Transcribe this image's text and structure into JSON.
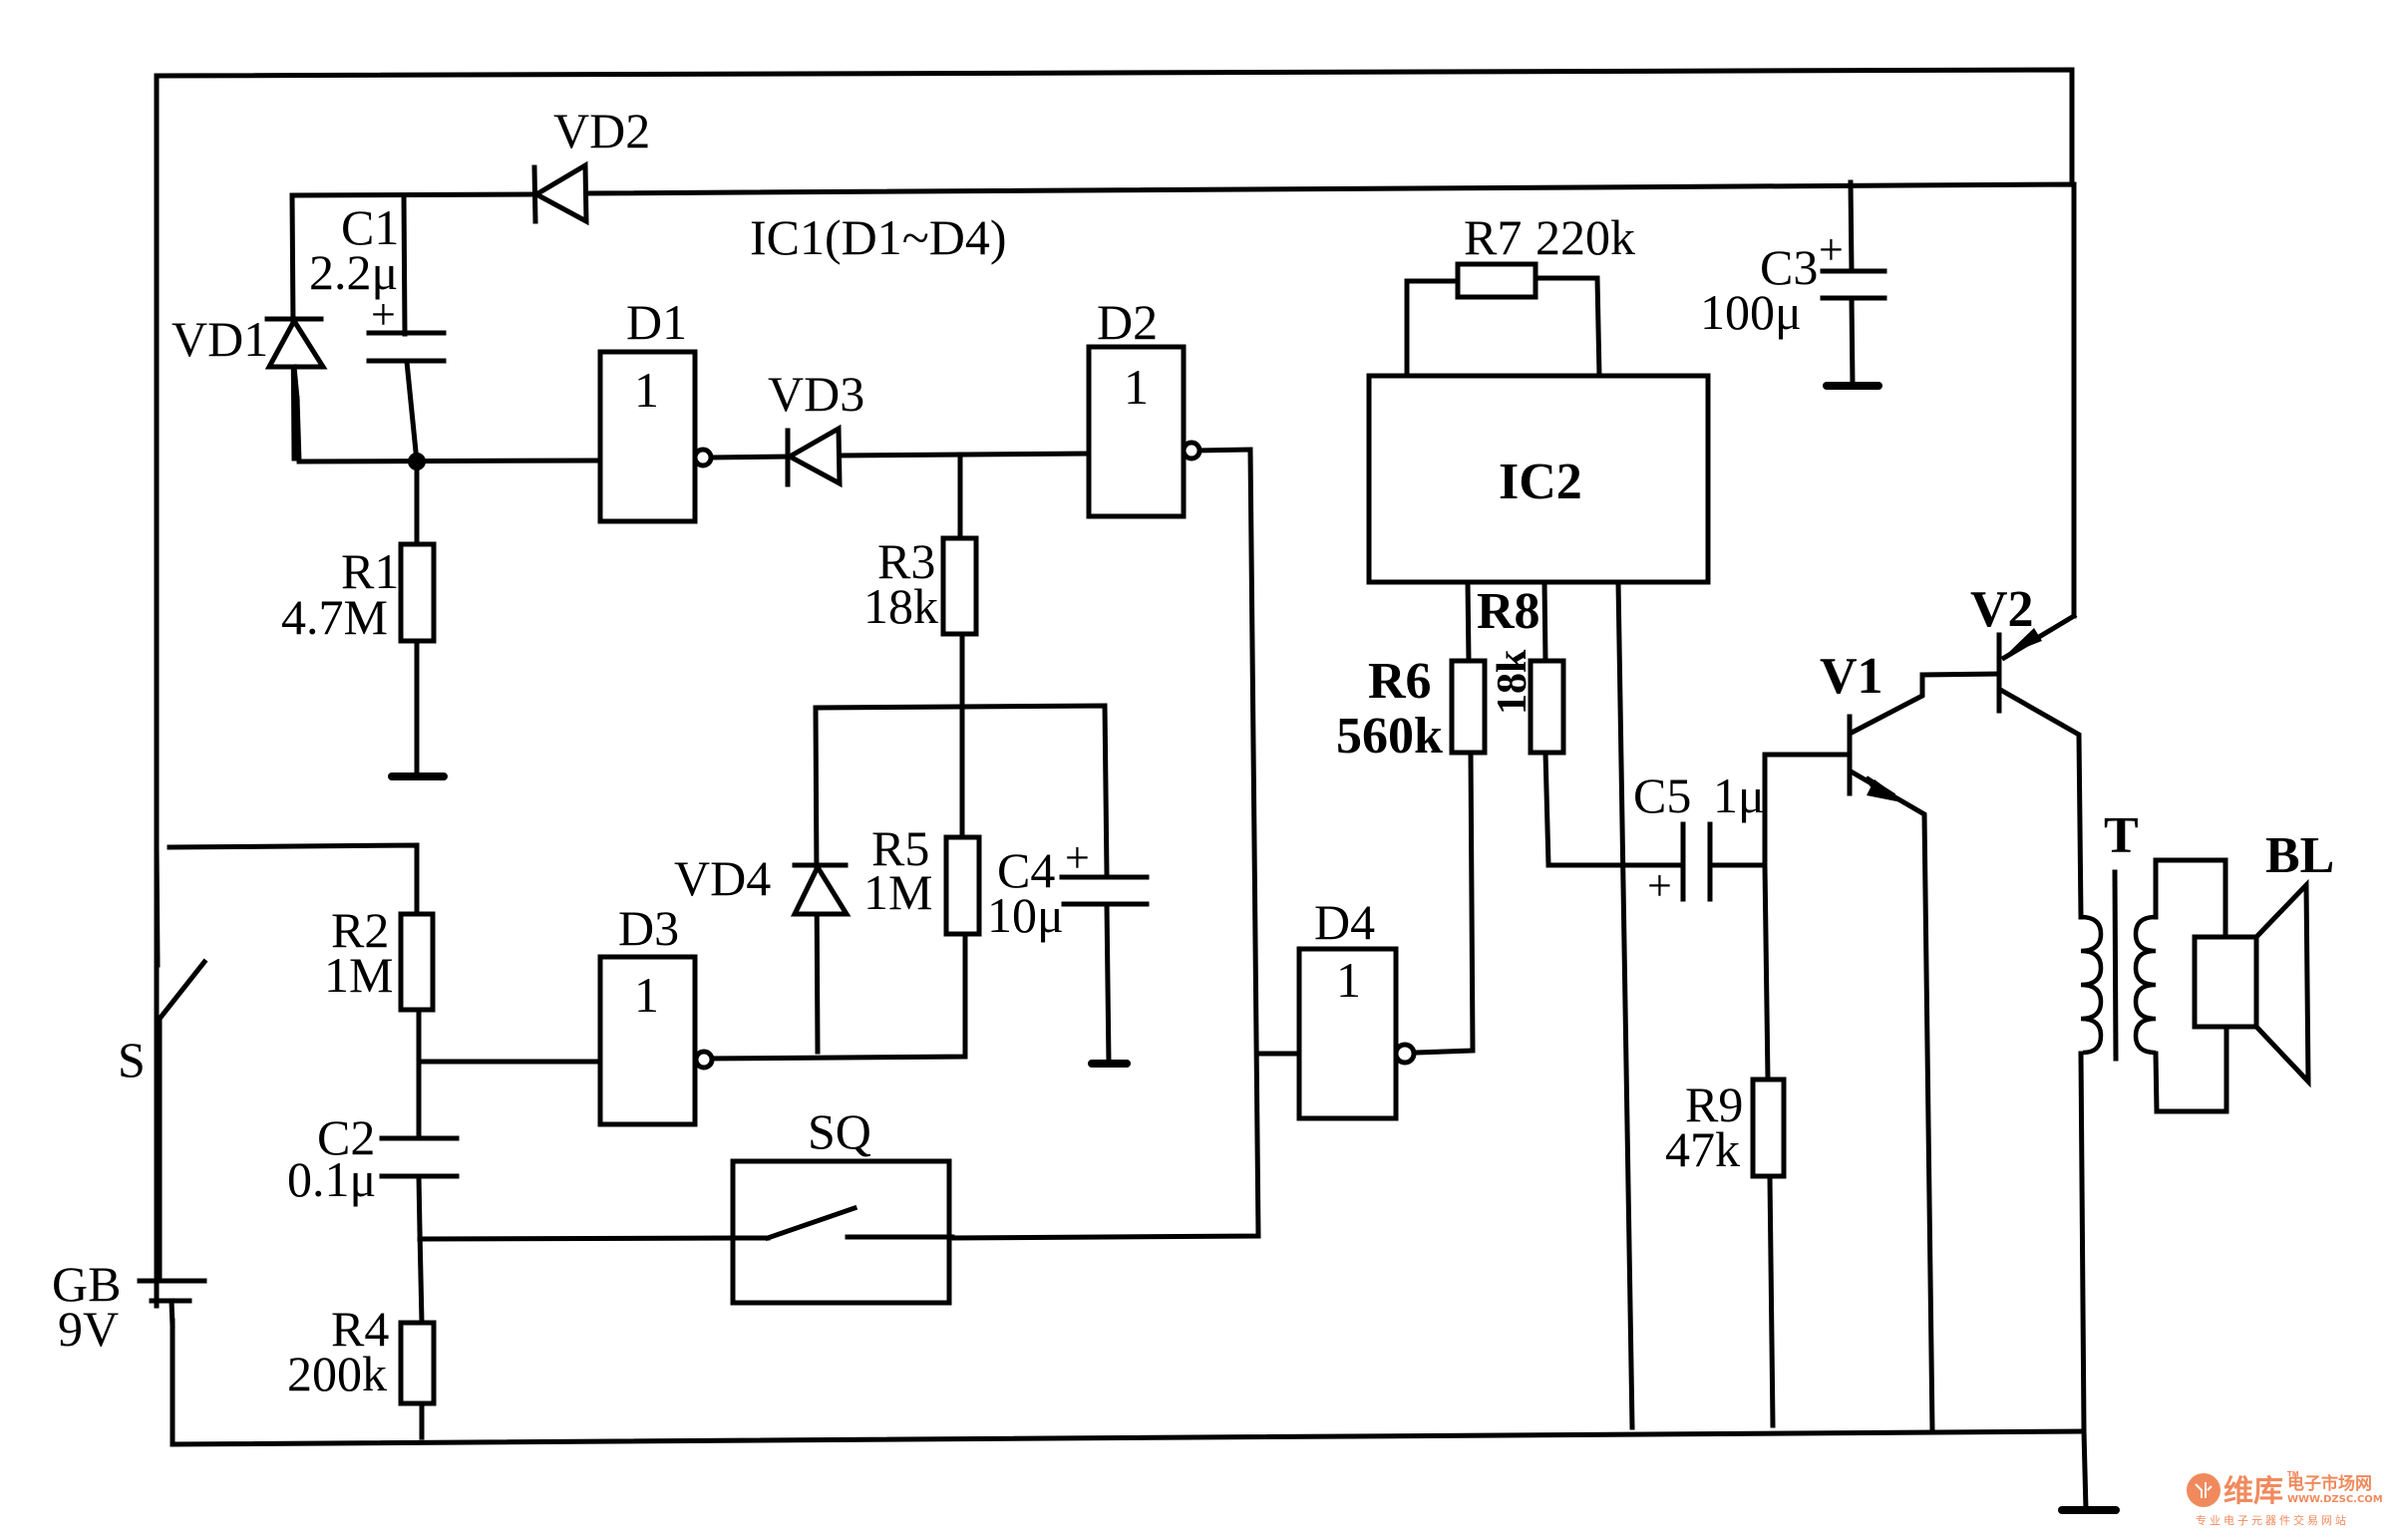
{
  "diagram": {
    "title": "IC1(D1~D4)",
    "ink_color": "#000000",
    "background_color": "#ffffff",
    "components": {
      "vd1": {
        "ref": "VD1",
        "type": "diode"
      },
      "vd2": {
        "ref": "VD2",
        "type": "diode"
      },
      "vd3": {
        "ref": "VD3",
        "type": "diode"
      },
      "vd4": {
        "ref": "VD4",
        "type": "diode"
      },
      "c1": {
        "ref": "C1",
        "value": "2.2μ",
        "polarity": "+"
      },
      "c2": {
        "ref": "C2",
        "value": "0.1μ"
      },
      "c3": {
        "ref": "C3",
        "value": "100μ",
        "polarity": "+"
      },
      "c4": {
        "ref": "C4",
        "value": "10μ",
        "polarity": "+"
      },
      "c5": {
        "ref": "C5",
        "value": "1μ",
        "polarity": "+"
      },
      "r1": {
        "ref": "R1",
        "value": "4.7M"
      },
      "r2": {
        "ref": "R2",
        "value": "1M"
      },
      "r3": {
        "ref": "R3",
        "value": "18k"
      },
      "r4": {
        "ref": "R4",
        "value": "200k"
      },
      "r5": {
        "ref": "R5",
        "value": "1M"
      },
      "r6": {
        "ref": "R6",
        "value": "560k"
      },
      "r7": {
        "ref": "R7",
        "value": "220k"
      },
      "r8": {
        "ref": "R8",
        "value": "18k"
      },
      "r9": {
        "ref": "R9",
        "value": "47k"
      },
      "d1": {
        "ref": "D1",
        "symbol": "1"
      },
      "d2": {
        "ref": "D2",
        "symbol": "1"
      },
      "d3": {
        "ref": "D3",
        "symbol": "1"
      },
      "d4": {
        "ref": "D4",
        "symbol": "1"
      },
      "ic2": {
        "ref": "IC2"
      },
      "v1": {
        "ref": "V1",
        "type": "npn-transistor"
      },
      "v2": {
        "ref": "V2",
        "type": "pnp-transistor"
      },
      "t": {
        "ref": "T",
        "type": "transformer"
      },
      "bl": {
        "ref": "BL",
        "type": "speaker"
      },
      "s": {
        "ref": "S",
        "type": "switch"
      },
      "sq": {
        "ref": "SQ",
        "type": "sensor-switch"
      },
      "gb": {
        "ref": "GB",
        "value": "9V",
        "type": "battery"
      }
    }
  },
  "watermark": {
    "brand": "维库",
    "site_name": "电子市场网",
    "tm": "TM",
    "url": "WWW.DZSC.COM",
    "tagline": "专业电子元器件交易网站",
    "color": "#f08a5d"
  }
}
